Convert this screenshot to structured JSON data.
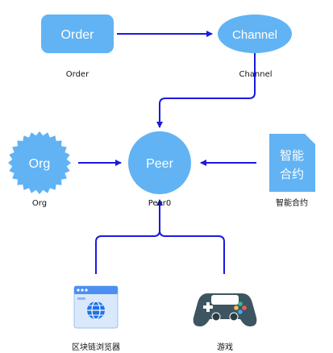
{
  "colors": {
    "node_fill": "#61b3f4",
    "arrow": "#1a1adf",
    "caption_text": "#111111"
  },
  "nodes": {
    "order": {
      "label": "Order",
      "caption": "Order"
    },
    "channel": {
      "label": "Channel",
      "caption": "Channel"
    },
    "org": {
      "label": "Org",
      "caption": "Org"
    },
    "peer": {
      "label": "Peer",
      "caption": "Peer0"
    },
    "contract": {
      "label_line1": "智能",
      "label_line2": "合约",
      "caption": "智能合约"
    },
    "browser": {
      "caption": "区块链浏览器",
      "icon": "globe-window-icon"
    },
    "game": {
      "caption": "游戏",
      "icon": "gamepad-icon"
    }
  },
  "edges": [
    {
      "from": "order",
      "to": "channel"
    },
    {
      "from": "channel",
      "to": "peer"
    },
    {
      "from": "org",
      "to": "peer"
    },
    {
      "from": "contract",
      "to": "peer"
    },
    {
      "from": "browser",
      "to": "peer"
    },
    {
      "from": "game",
      "to": "peer"
    }
  ]
}
